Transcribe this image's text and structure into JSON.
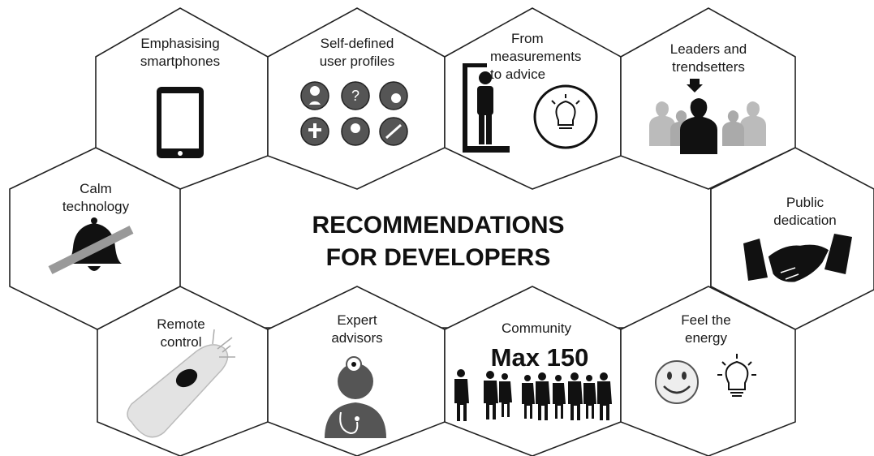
{
  "title": [
    "RECOMMENDATIONS",
    "FOR DEVELOPERS"
  ],
  "hexagons": [
    {
      "id": "smartphones",
      "lines": [
        "Emphasising",
        "smartphones"
      ],
      "icon": "tablet-icon"
    },
    {
      "id": "profiles",
      "lines": [
        "Self-defined",
        "user profiles"
      ],
      "icon": "user-avatars-icon"
    },
    {
      "id": "measurements",
      "lines": [
        "From",
        "measurements",
        "to advice"
      ],
      "icon": "height-scale-lightbulb-icon"
    },
    {
      "id": "leaders",
      "lines": [
        "Leaders and",
        "trendsetters"
      ],
      "icon": "leader-crowd-icon"
    },
    {
      "id": "calm",
      "lines": [
        "Calm",
        "technology"
      ],
      "icon": "muted-bell-icon"
    },
    {
      "id": "public",
      "lines": [
        "Public",
        "dedication"
      ],
      "icon": "handshake-icon"
    },
    {
      "id": "remote",
      "lines": [
        "Remote",
        "control"
      ],
      "icon": "remote-control-icon"
    },
    {
      "id": "expert",
      "lines": [
        "Expert",
        "advisors"
      ],
      "icon": "doctor-icon"
    },
    {
      "id": "community",
      "lines": [
        "Community"
      ],
      "icon": "crowd-silhouettes-icon",
      "highlight": "Max 150"
    },
    {
      "id": "energy",
      "lines": [
        "Feel the",
        "energy"
      ],
      "icon": "smiley-lightbulb-icon"
    }
  ]
}
